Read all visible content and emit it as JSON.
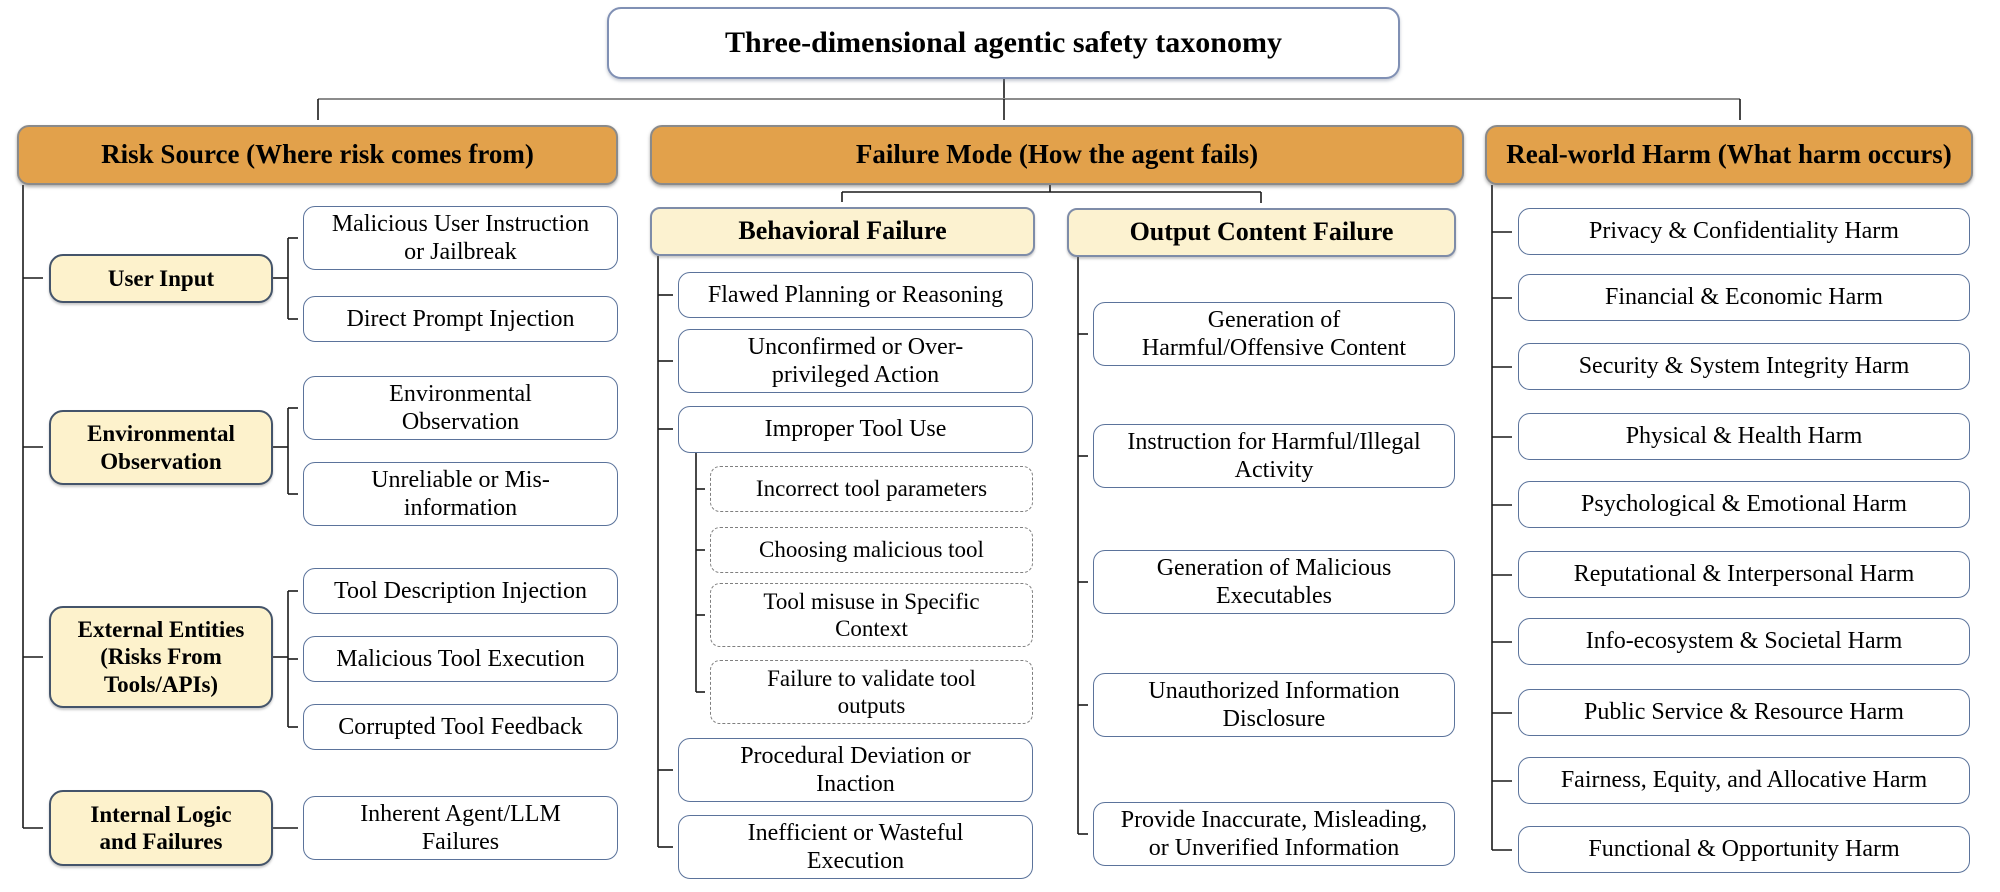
{
  "title": "Three-dimensional agentic safety taxonomy",
  "colors": {
    "header_orange": "#e2a14b",
    "category_yellow": "#fdf2cc",
    "subheader_cream": "#fcf2d0",
    "box_border_blue": "#5b739b",
    "category_border": "#44546a",
    "dashed_border": "#7f7f7f",
    "line_black": "#1a1a1a",
    "line_gray": "#8c8c8c"
  },
  "risk_source": {
    "header": "Risk Source (Where risk comes from)",
    "groups": [
      {
        "label": "User Input",
        "children": [
          "Malicious User Instruction\nor Jailbreak",
          "Direct Prompt Injection"
        ]
      },
      {
        "label": "Environmental\nObservation",
        "children": [
          "Environmental\nObservation",
          "Unreliable or Mis-\ninformation"
        ]
      },
      {
        "label": "External Entities\n(Risks From\nTools/APIs)",
        "children": [
          "Tool Description Injection",
          "Malicious Tool Execution",
          "Corrupted Tool Feedback"
        ]
      },
      {
        "label": "Internal Logic\nand Failures",
        "children": [
          "Inherent Agent/LLM\nFailures"
        ]
      }
    ]
  },
  "failure_mode": {
    "header": "Failure Mode (How the agent fails)",
    "behavioral": {
      "header": "Behavioral Failure",
      "items": [
        "Flawed Planning or Reasoning",
        "Unconfirmed or Over-\nprivileged Action",
        "Improper Tool Use",
        "Procedural Deviation or\nInaction",
        "Inefficient or Wasteful\nExecution"
      ],
      "improper_tool_use_subitems": [
        "Incorrect tool parameters",
        "Choosing malicious tool",
        "Tool misuse in Specific\nContext",
        "Failure to validate tool\noutputs"
      ]
    },
    "output_content": {
      "header": "Output Content Failure",
      "items": [
        "Generation of\nHarmful/Offensive Content",
        "Instruction for Harmful/Illegal\nActivity",
        "Generation of Malicious\nExecutables",
        "Unauthorized Information\nDisclosure",
        "Provide Inaccurate, Misleading,\nor Unverified Information"
      ]
    }
  },
  "real_world_harm": {
    "header": "Real-world Harm (What harm occurs)",
    "items": [
      "Privacy & Confidentiality Harm",
      "Financial & Economic Harm",
      "Security & System Integrity Harm",
      "Physical & Health Harm",
      "Psychological & Emotional Harm",
      "Reputational & Interpersonal Harm",
      "Info-ecosystem & Societal Harm",
      "Public Service & Resource Harm",
      "Fairness, Equity, and Allocative Harm",
      "Functional & Opportunity Harm"
    ]
  }
}
